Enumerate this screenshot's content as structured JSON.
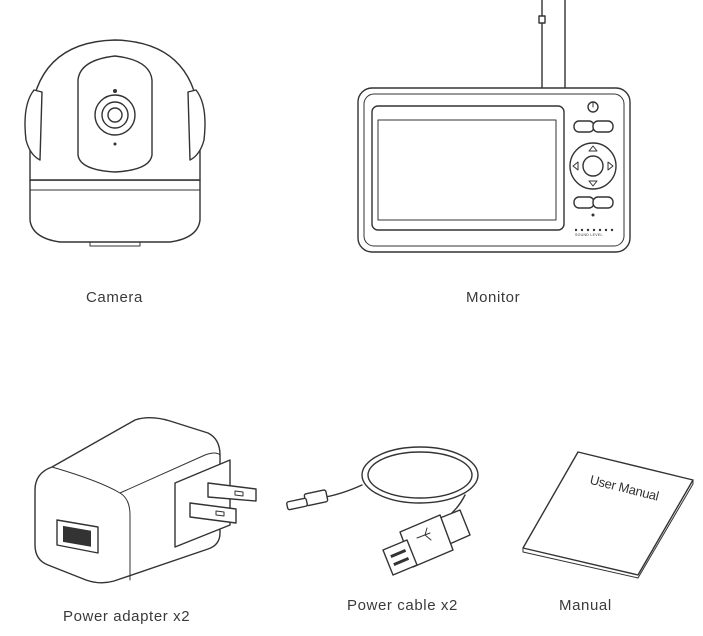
{
  "items": {
    "camera": {
      "label": "Camera"
    },
    "monitor": {
      "label": "Monitor",
      "sound_level_text": "SOUND LEVEL"
    },
    "power_adapter": {
      "label": "Power adapter  x2"
    },
    "power_cable": {
      "label": "Power cable x2"
    },
    "manual": {
      "label": "Manual",
      "cover_text": "User Manual"
    }
  }
}
